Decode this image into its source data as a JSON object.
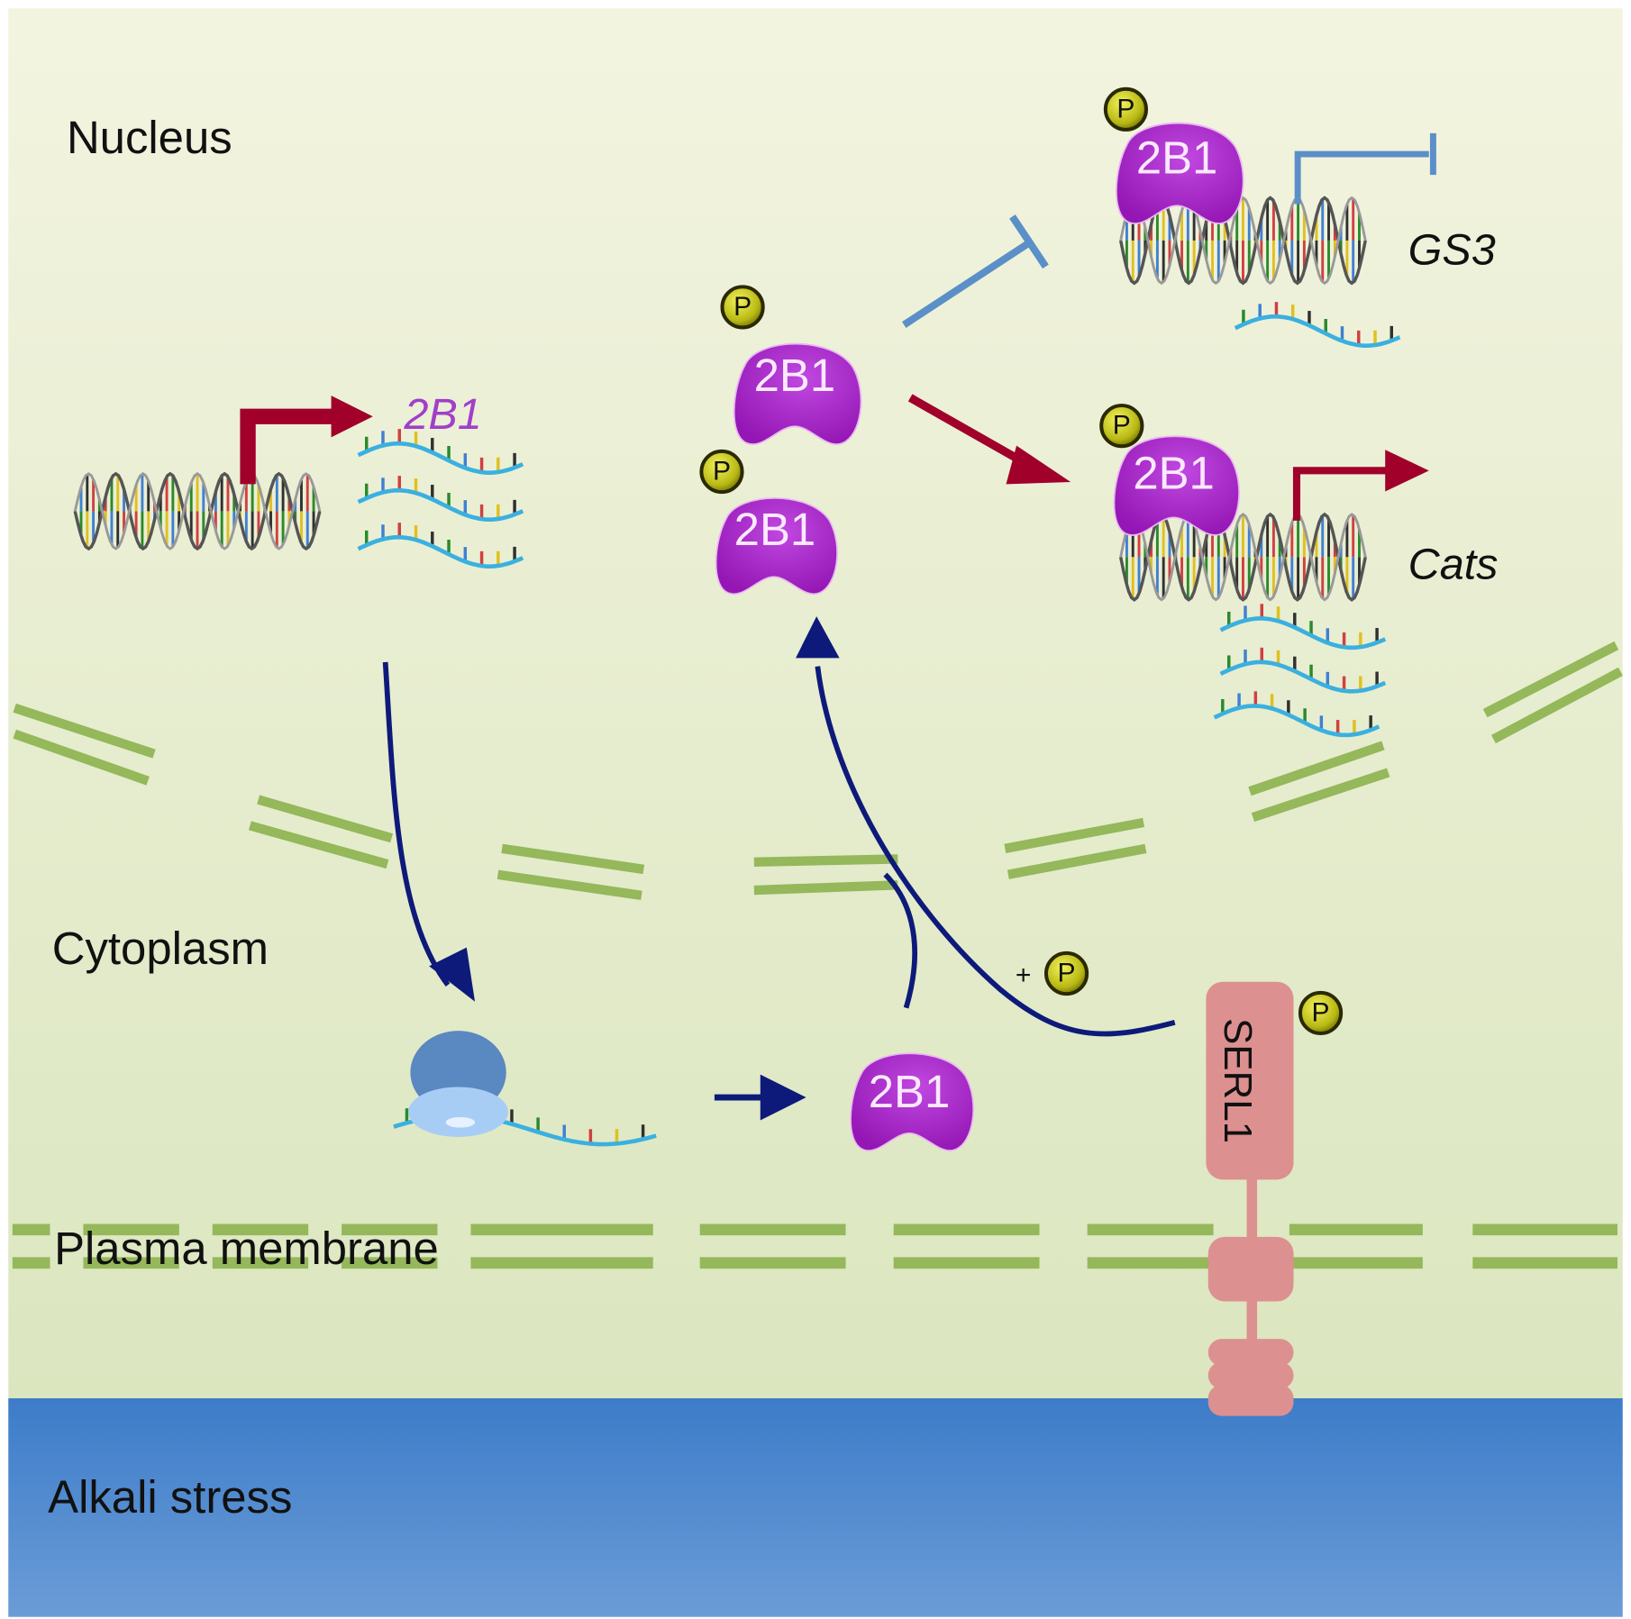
{
  "regions": {
    "nucleus": "Nucleus",
    "cytoplasm": "Cytoplasm",
    "plasma_membrane": "Plasma membrane",
    "extracellular": "Alkali stress"
  },
  "genes": {
    "source_gene": "2B1",
    "repressed_target": "GS3",
    "activated_target": "Cats"
  },
  "proteins": {
    "transcription_factor": "2B1",
    "receptor_kinase": "SERL1",
    "phospho_label": "P",
    "phosphorylation_sign": "+"
  },
  "colors": {
    "background_top": "#f3f4e0",
    "background_bottom": "#dde7c0",
    "membrane": "#94b85a",
    "alkali_top": "#3b7bc8",
    "alkali_bottom": "#6a9bd6",
    "protein_2b1": "#a020c0",
    "phospho": "#c8c820",
    "serl1": "#dd9090",
    "activation_arrow": "#a0002a",
    "repression_bar": "#5b8fc8",
    "pathway_arrow": "#0d1a7a",
    "mrna": "#3ab0e0"
  }
}
